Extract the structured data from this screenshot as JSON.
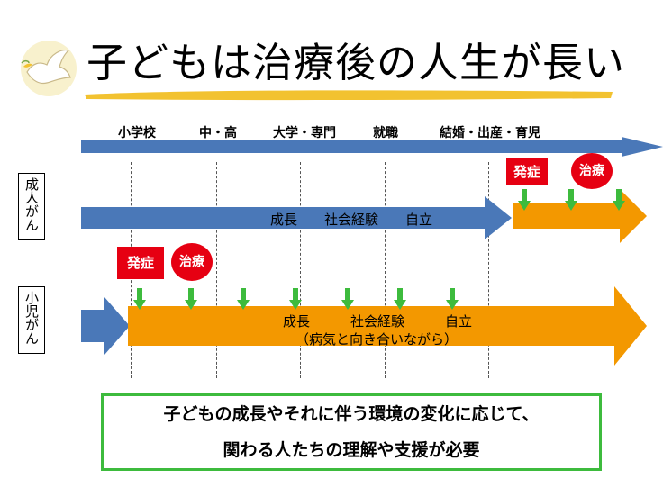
{
  "title": "子どもは治療後の人生が長い",
  "stages": [
    "小学校",
    "中・高",
    "大学・専門",
    "就職",
    "結婚・出産・育児"
  ],
  "adult": {
    "label": "成人がん",
    "arrow_text": "成長　　社会経験　　自立",
    "onset": "発症",
    "treatment": "治療"
  },
  "child": {
    "label": "小児がん",
    "arrow_text_1": "成長　　　社会経験　　　自立",
    "arrow_text_2": "（病気と向き合いながら）",
    "onset": "発症",
    "treatment": "治療"
  },
  "message": {
    "line1": "子どもの成長やそれに伴う環境の変化に応じて、",
    "line2": "関わる人たちの理解や支援が必要"
  },
  "colors": {
    "timeline_blue": "#4a78b8",
    "orange": "#f39800",
    "red": "#e60012",
    "green": "#3dbb3d",
    "underline_yellow": "#f2c230"
  },
  "icons": [
    "dove-icon"
  ]
}
